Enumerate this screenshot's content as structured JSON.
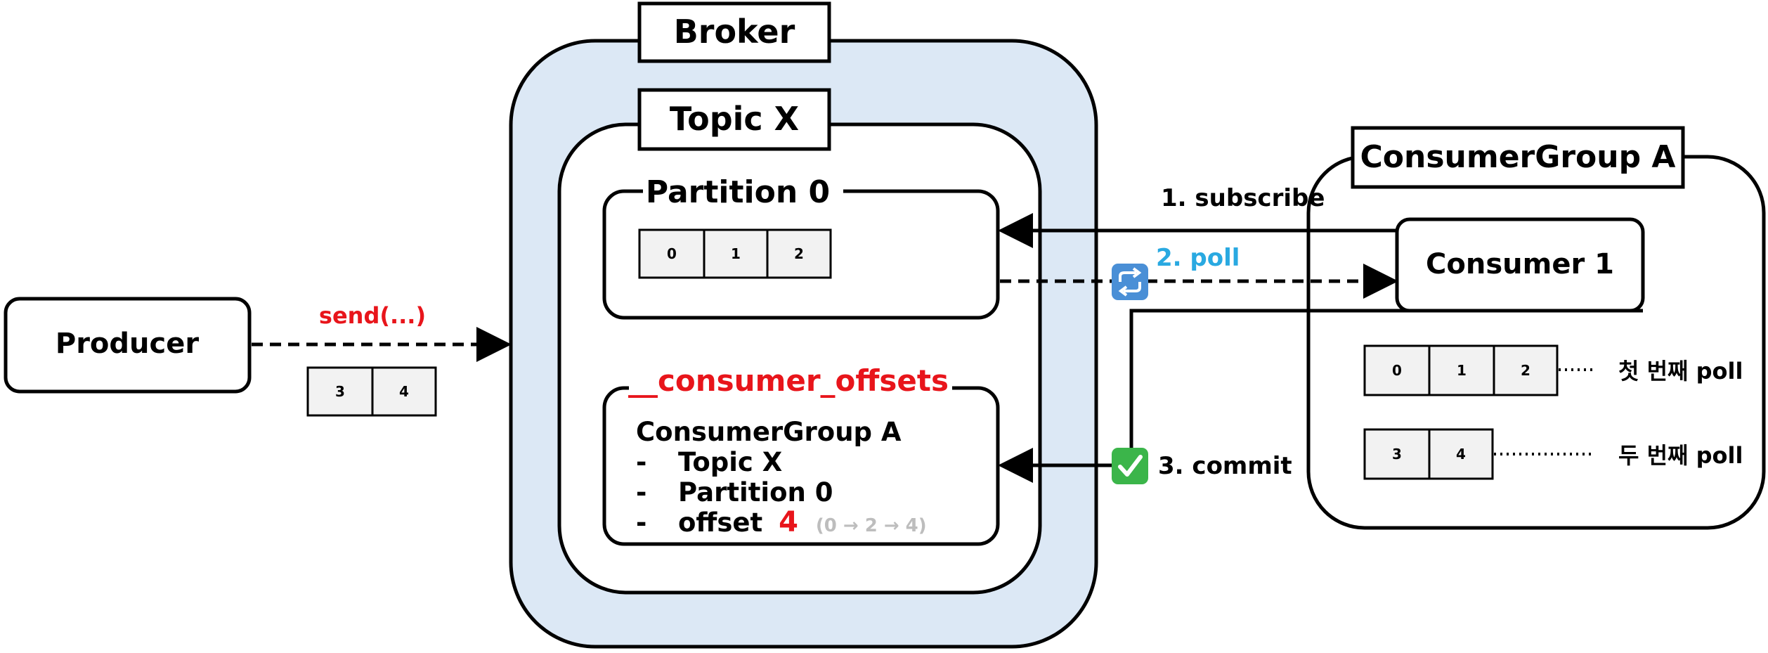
{
  "nodes": {
    "producer": "Producer",
    "broker": "Broker",
    "topic": "Topic X",
    "partition": "Partition 0",
    "offsets_title": "__consumer_offsets",
    "consumer_group": "ConsumerGroup A",
    "consumer": "Consumer 1"
  },
  "offsets_entry": {
    "group": "ConsumerGroup A",
    "dash": "-",
    "topic": "Topic X",
    "partition": "Partition 0",
    "offset_label": "offset",
    "offset_value": "4",
    "offset_history": "(0 → 2 → 4)"
  },
  "edges": {
    "send": "send(...)",
    "subscribe": "1. subscribe",
    "poll": "2. poll",
    "commit": "3. commit"
  },
  "records": {
    "partition": [
      "0",
      "1",
      "2"
    ],
    "sent": [
      "3",
      "4"
    ],
    "first_poll": [
      "0",
      "1",
      "2"
    ],
    "second_poll": [
      "3",
      "4"
    ]
  },
  "poll_labels": {
    "first": "첫 번째 poll",
    "second": "두 번째 poll"
  },
  "icons": {
    "poll": "repeat-arrows-icon",
    "commit": "check-mark-icon"
  },
  "colors": {
    "broker_fill": "#dce8f5",
    "send_label": "#e8151b",
    "offsets_title": "#e8151b",
    "offset_value": "#e8151b",
    "offset_history": "#bdbdbd",
    "poll_label": "#29a9e1",
    "commit_icon": "#3bb54a",
    "poll_icon": "#4a8fd6"
  }
}
